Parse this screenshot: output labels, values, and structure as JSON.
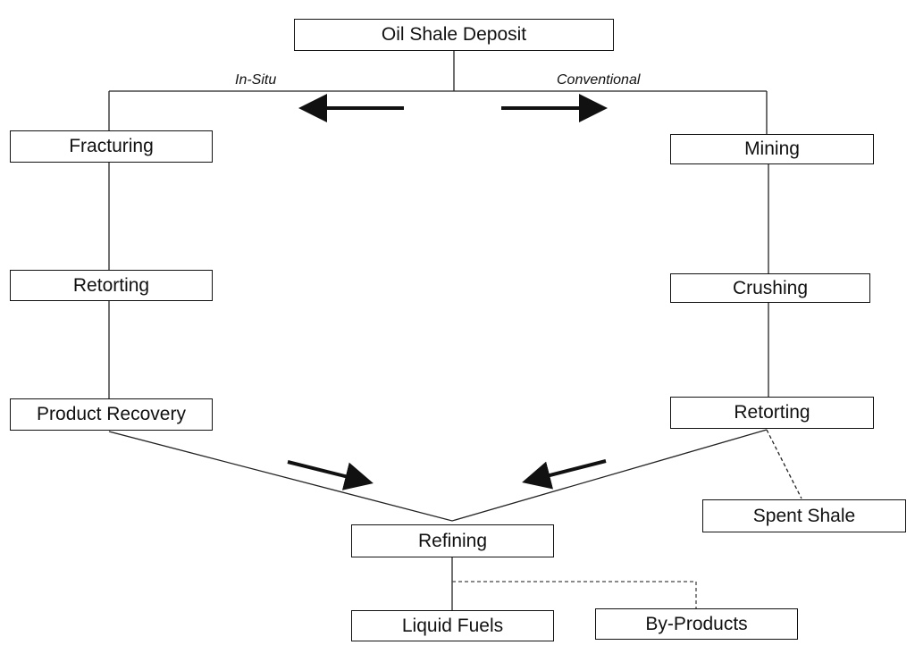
{
  "diagram": {
    "root": "Oil Shale Deposit",
    "branches": {
      "in_situ": "In-Situ",
      "conventional": "Conventional"
    },
    "in_situ_steps": [
      "Fracturing",
      "Retorting",
      "Product Recovery"
    ],
    "conventional_steps": [
      "Mining",
      "Crushing",
      "Retorting"
    ],
    "side_output": "Spent Shale",
    "refining": "Refining",
    "outputs": [
      "Liquid Fuels",
      "By-Products"
    ]
  }
}
